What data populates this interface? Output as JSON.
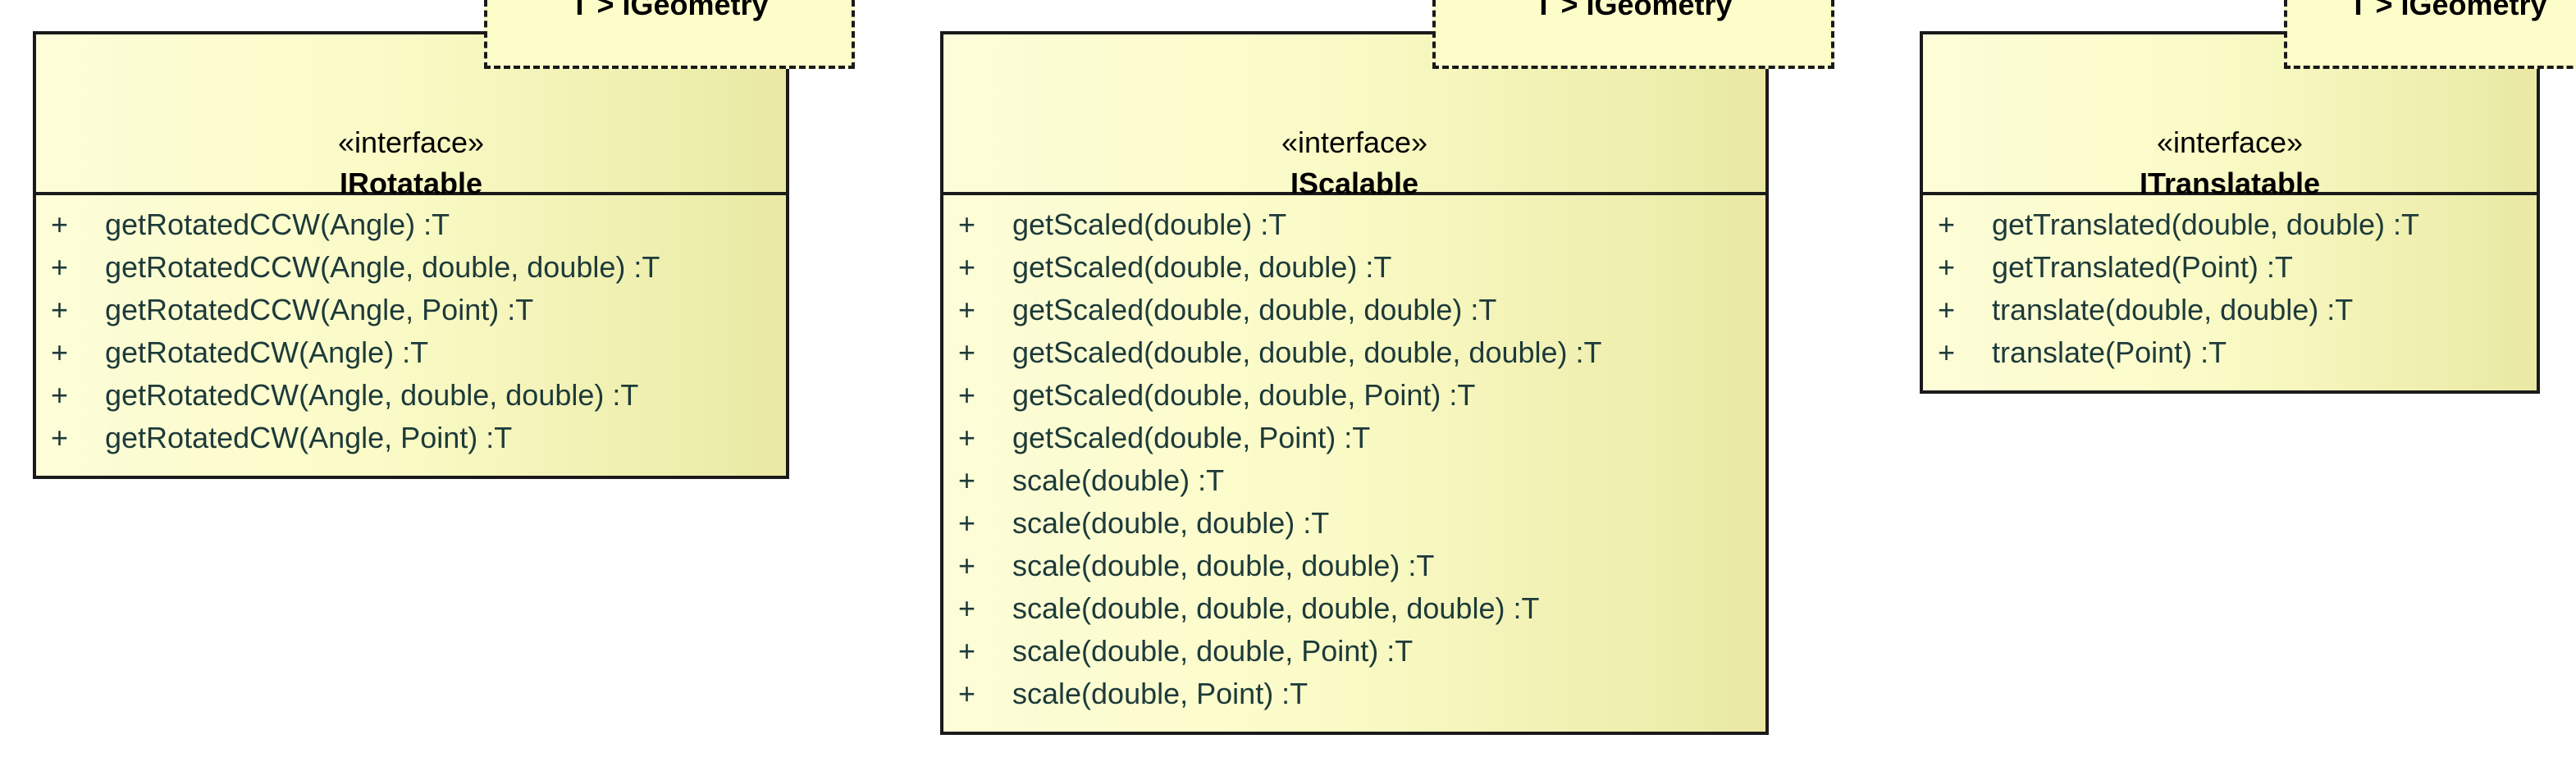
{
  "interfaces": [
    {
      "stereotype": "«interface»",
      "name": "IRotatable",
      "template_param": "T > IGeometry",
      "operations": [
        {
          "vis": "+",
          "sig": "getRotatedCCW(Angle)  :T"
        },
        {
          "vis": "+",
          "sig": "getRotatedCCW(Angle, double, double)  :T"
        },
        {
          "vis": "+",
          "sig": "getRotatedCCW(Angle, Point)  :T"
        },
        {
          "vis": "+",
          "sig": "getRotatedCW(Angle)  :T"
        },
        {
          "vis": "+",
          "sig": "getRotatedCW(Angle, double, double)  :T"
        },
        {
          "vis": "+",
          "sig": "getRotatedCW(Angle, Point)  :T"
        }
      ]
    },
    {
      "stereotype": "«interface»",
      "name": "IScalable",
      "template_param": "T > IGeometry",
      "operations": [
        {
          "vis": "+",
          "sig": "getScaled(double)  :T"
        },
        {
          "vis": "+",
          "sig": "getScaled(double, double)  :T"
        },
        {
          "vis": "+",
          "sig": "getScaled(double, double, double)  :T"
        },
        {
          "vis": "+",
          "sig": "getScaled(double, double, double, double)  :T"
        },
        {
          "vis": "+",
          "sig": "getScaled(double, double, Point)  :T"
        },
        {
          "vis": "+",
          "sig": "getScaled(double, Point)  :T"
        },
        {
          "vis": "+",
          "sig": "scale(double)  :T"
        },
        {
          "vis": "+",
          "sig": "scale(double, double)  :T"
        },
        {
          "vis": "+",
          "sig": "scale(double, double, double)  :T"
        },
        {
          "vis": "+",
          "sig": "scale(double, double, double, double)  :T"
        },
        {
          "vis": "+",
          "sig": "scale(double, double, Point)  :T"
        },
        {
          "vis": "+",
          "sig": "scale(double, Point)  :T"
        }
      ]
    },
    {
      "stereotype": "«interface»",
      "name": "ITranslatable",
      "template_param": "T > IGeometry",
      "operations": [
        {
          "vis": "+",
          "sig": "getTranslated(double, double)  :T"
        },
        {
          "vis": "+",
          "sig": "getTranslated(Point)  :T"
        },
        {
          "vis": "+",
          "sig": "translate(double, double)  :T"
        },
        {
          "vis": "+",
          "sig": "translate(Point)  :T"
        }
      ]
    }
  ]
}
